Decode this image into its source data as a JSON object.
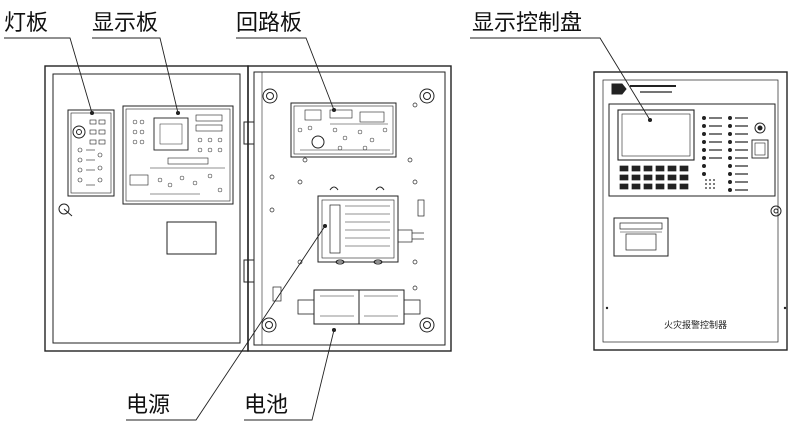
{
  "labels": {
    "lamp_board": "灯板",
    "display_board": "显示板",
    "loop_board": "回路板",
    "display_control_panel": "显示控制盘",
    "power_supply": "电源",
    "battery": "电池"
  },
  "front_panel": {
    "caption": "火灾报警控制器"
  }
}
